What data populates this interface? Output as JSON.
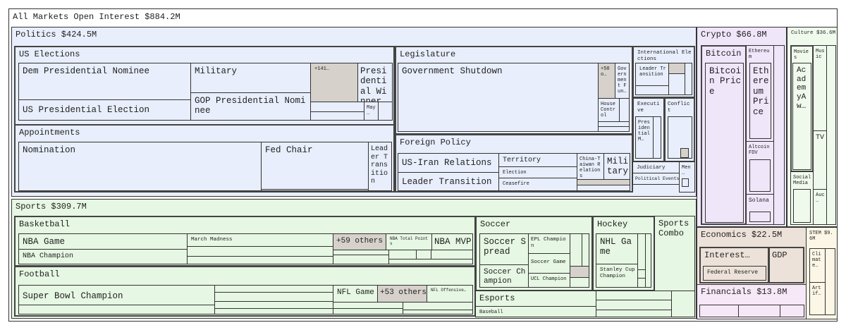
{
  "chart_data": {
    "type": "treemap",
    "title": "All Markets Open Interest $884.2M",
    "colors": {
      "politics": "#e8eefb",
      "sports": "#e6f7e3",
      "crypto": "#efe6fa",
      "culture": "#effaec",
      "economics": "#ece2d9",
      "financials": "#f7e8f8",
      "stem": "#fbf6e6",
      "others": "#d6d1cb"
    },
    "categories": {
      "politics": {
        "label": "Politics $424.5M",
        "value_musd": 424.5,
        "us_elections": {
          "label": "US Elections",
          "markets": [
            "Dem Presidential Nominee",
            "US Presidential Election",
            "Military",
            "GOP Presidential Nominee",
            "+141…",
            "Presidential Winner",
            "May …"
          ]
        },
        "appointments": {
          "label": "Appointments",
          "markets": [
            "Nomination",
            "Fed Chair",
            "Leader Transition"
          ]
        },
        "legislature": {
          "label": "Legislature",
          "markets": [
            "Government Shutdown",
            "+50 o…",
            "Government Fun…",
            "House Control"
          ]
        },
        "foreign_policy": {
          "label": "Foreign Policy",
          "markets": [
            "US-Iran Relations",
            "Leader Transition",
            "Territory",
            "Election",
            "Ceasefire",
            "China-Taiwan Relations",
            "Military"
          ]
        },
        "international_elections": {
          "label": "International Elections",
          "markets": [
            "Leader Transition"
          ]
        },
        "executive": {
          "label": "Executive",
          "markets": [
            "Presidential M…"
          ]
        },
        "conflict": {
          "label": "Conflict"
        },
        "judiciary": {
          "label": "Judiciary"
        },
        "political_events": {
          "label": "Political Events"
        },
        "men": {
          "label": "Men …"
        }
      },
      "sports": {
        "label": "Sports $309.7M",
        "value_musd": 309.7,
        "basketball": {
          "label": "Basketball",
          "markets": [
            "NBA Game",
            "NBA Champion",
            "March Madness",
            "+59 others",
            "NBA Total Points",
            "NBA MVP"
          ]
        },
        "football": {
          "label": "Football",
          "markets": [
            "Super Bowl Champion",
            "NFL Game",
            "+53 others",
            "NFL Offensive…"
          ]
        },
        "soccer": {
          "label": "Soccer",
          "markets": [
            "Soccer Spread",
            "Soccer Champion",
            "EPL Champion",
            "Soccer Game",
            "UCL Champion"
          ]
        },
        "hockey": {
          "label": "Hockey",
          "markets": [
            "NHL Game",
            "Stanley Cup Champion"
          ]
        },
        "sports_combo": {
          "label": "Sports Combo"
        },
        "esports": {
          "label": "Esports"
        },
        "baseball": {
          "label": "Baseball"
        }
      },
      "crypto": {
        "label": "Crypto $66.8M",
        "value_musd": 66.8,
        "bitcoin": {
          "label": "Bitcoin",
          "markets": [
            "Bitcoin Price"
          ]
        },
        "ethereum": {
          "label": "Ethereum",
          "markets": [
            "Ethereum Price"
          ]
        },
        "altcoin": {
          "label": "Altcoin FDV"
        },
        "solana": {
          "label": "Solana"
        }
      },
      "culture": {
        "label": "Culture $36.6M",
        "value_musd": 36.6,
        "movies": {
          "label": "Movies",
          "markets": [
            "AcademyAw…"
          ]
        },
        "music": {
          "label": "Music"
        },
        "tv": {
          "label": "TV"
        },
        "social": {
          "label": "Social Media"
        },
        "auc": {
          "label": "Auc …"
        }
      },
      "economics": {
        "label": "Economics $22.5M",
        "value_musd": 22.5,
        "interest": {
          "label": "Interest…",
          "markets": [
            "Federal Reserve"
          ]
        },
        "gdp": {
          "label": "GDP"
        }
      },
      "financials": {
        "label": "Financials $13.8M",
        "value_musd": 13.8
      },
      "stem": {
        "label": "STEM $9.6M",
        "value_musd": 9.6,
        "climate": {
          "label": "Climate…"
        },
        "ai": {
          "label": "Artif…"
        }
      }
    }
  }
}
